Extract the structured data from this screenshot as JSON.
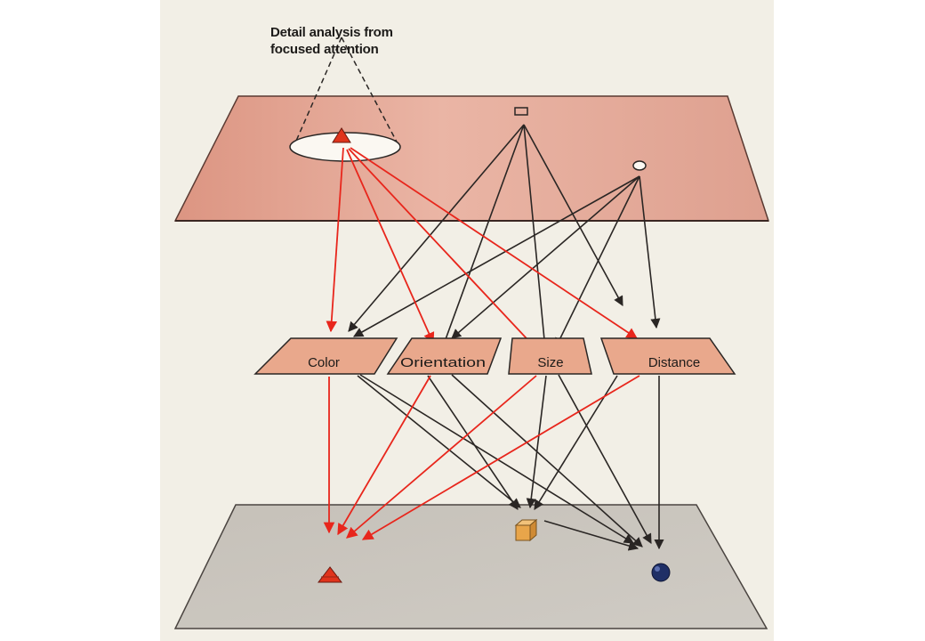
{
  "caption": {
    "line1": "Detail analysis from",
    "line2": "focused attention"
  },
  "feature_maps": [
    {
      "id": "color",
      "label": "Color"
    },
    {
      "id": "orientation",
      "label": "Orientation"
    },
    {
      "id": "size",
      "label": "Size"
    },
    {
      "id": "distance",
      "label": "Distance"
    }
  ],
  "objects": [
    {
      "id": "red-triangle",
      "shape": "triangle",
      "color": "#e0341c"
    },
    {
      "id": "yellow-cube",
      "shape": "cube",
      "color": "#e8a54a"
    },
    {
      "id": "blue-sphere",
      "shape": "sphere",
      "color": "#1f2f66"
    }
  ],
  "colors": {
    "paper": "#f2efe6",
    "top_plane": "#e5a393",
    "map_fill": "#e9a88c",
    "bottom_plane": "#c9c4bd",
    "attended_path": "#e8261c",
    "other_path": "#2a2624"
  }
}
